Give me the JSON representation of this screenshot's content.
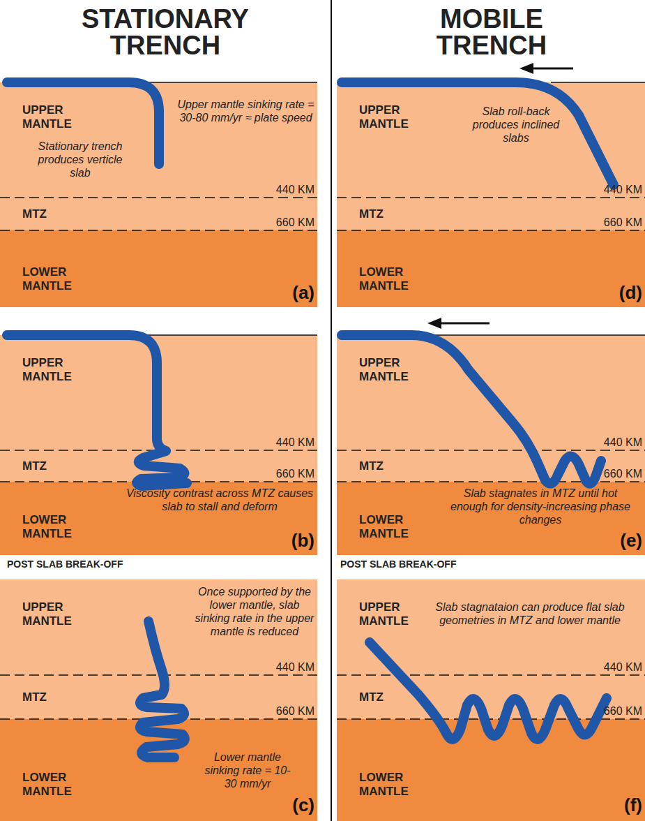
{
  "diagram": {
    "nodes": [
      {
        "text": [
          "UPPER MANTLE"
        ]
      },
      {
        "text": [
          "MTZ"
        ]
      },
      {
        "text": [
          "LOWER MANTLE"
        ]
      },
      {
        "text": [
          "UPPER MANTLE"
        ]
      },
      {
        "text": [
          "MTZ"
        ]
      },
      {
        "text": [
          "LOWER MANTLE"
        ]
      },
      {
        "text": [
          "UPPER MANTLE"
        ]
      },
      {
        "text": [
          "MTZ"
        ]
      },
      {
        "text": [
          "LOWER MANTLE"
        ]
      },
      {
        "text": [
          "UPPER MANTLE"
        ]
      },
      {
        "text": [
          "MTZ"
        ]
      },
      {
        "text": [
          "LOWER MANTLE"
        ]
      },
      {
        "text": [
          "UPPER MANTLE"
        ]
      },
      {
        "text": [
          "MTZ"
        ]
      },
      {
        "text": [
          "LOWER MANTLE"
        ]
      },
      {
        "text": [
          "UPPER MANTLE"
        ]
      },
      {
        "text": [
          "MTZ"
        ]
      },
      {
        "text": [
          "LOWER MANTLE"
        ]
      }
    ],
    "labels": [
      "STATIONARY TRENCH",
      "MOBILE TRENCH",
      "Upper mantle sinking rate = 30-80 mm/yr ≈ plate speed",
      "Stationary trench produces verticle slab",
      "440 KM",
      "660 KM",
      "(a)",
      "Slab roll-back produces inclined slabs",
      "440 KM",
      "660 KM",
      "(d)",
      "440 KM",
      "660 KM",
      "Viscosity contrast across MTZ causes slab to stall and deform",
      "(b)",
      "440 KM",
      "660 KM",
      "Slab stagnates in MTZ until hot enough for density-increasing phase changes",
      "(e)",
      "POST SLAB BREAK-OFF",
      "POST SLAB BREAK-OFF",
      "Once supported by the lower mantle, slab sinking rate in the upper mantle is reduced",
      "440 KM",
      "660 KM",
      "Lower mantle sinking rate = 10-30 mm/yr",
      "(c)",
      "Slab stagnataion can produce flat slab geometries in MTZ and lower mantle",
      "440 KM",
      "660 KM",
      "(f)"
    ]
  }
}
